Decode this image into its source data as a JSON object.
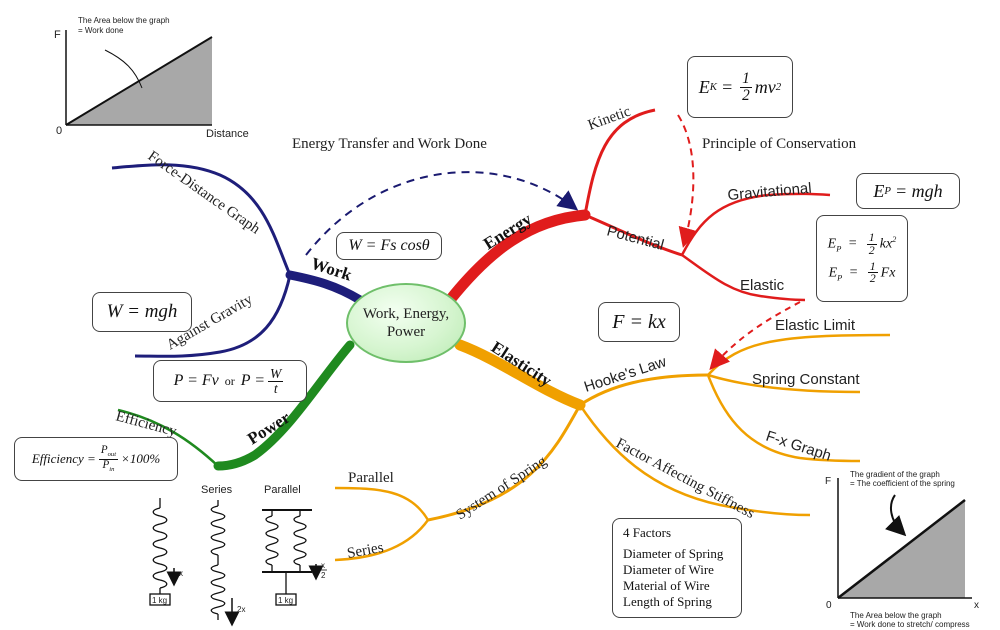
{
  "center": {
    "line1": "Work, Energy,",
    "line2": "Power"
  },
  "branches": {
    "work": "Work",
    "energy": "Energy",
    "elasticity": "Elasticity",
    "power": "Power"
  },
  "work": {
    "force_distance_graph": "Force-Distance Graph",
    "against_gravity": "Against Gravity",
    "formula_work": "W = Fs cosθ",
    "formula_gravity": "W = mgh"
  },
  "energy": {
    "transfer_label": "Energy Transfer and Work Done",
    "kinetic": "Kinetic",
    "potential": "Potential",
    "gravitational": "Gravitational",
    "elastic": "Elastic",
    "conservation": "Principle of Conservation",
    "ek_lhs": "E",
    "ek_sub": "K",
    "ek_num": "1",
    "ek_den": "2",
    "ek_rhs": "mv",
    "ek_pow": "2",
    "ep_lhs": "E",
    "ep_sub": "P",
    "ep_rhs": "= mgh",
    "ep_elastic1_num": "1",
    "ep_elastic1_den": "2",
    "ep_elastic1_rhs": "kx",
    "ep_elastic1_pow": "2",
    "ep_elastic2_num": "1",
    "ep_elastic2_den": "2",
    "ep_elastic2_rhs": "Fx",
    "eq": "="
  },
  "elasticity": {
    "hookes_law": "Hooke's Law",
    "formula_hooke": "F = kx",
    "elastic_limit": "Elastic Limit",
    "spring_constant": "Spring Constant",
    "fx_graph": "F-x Graph",
    "factor_stiffness": "Factor Affecting Stiffness",
    "system_of_spring": "System of Spring",
    "parallel": "Parallel",
    "series": "Series",
    "factors_title": "4 Factors",
    "factors": [
      "Diameter of Spring",
      "Diameter of Wire",
      "Material of Wire",
      "Length of Spring"
    ]
  },
  "power": {
    "efficiency": "Efficiency",
    "p_fv": "P = Fv",
    "or": "or",
    "p_lhs": "P =",
    "p_num": "W",
    "p_den": "t",
    "eff_lhs": "Efficiency =",
    "eff_num": "P",
    "eff_num_sub": "out",
    "eff_den": "P",
    "eff_den_sub": "in",
    "eff_rhs": "×100%"
  },
  "graph_work": {
    "y_axis": "F",
    "x_axis": "Distance",
    "origin": "0",
    "note_line1": "The Area below the graph",
    "note_line2": "= Work done"
  },
  "graph_spring": {
    "y_axis": "F",
    "x_axis": "x",
    "origin": "0",
    "gradient_line1": "The gradient of the graph",
    "gradient_line2": "= The coefficient of the spring",
    "area_line1": "The Area below the graph",
    "area_line2": "= Work done to stretch/ compress"
  },
  "springs": {
    "series_label": "Series",
    "parallel_label": "Parallel",
    "mass": "1 kg",
    "ext_single": "x",
    "ext_series": "2x",
    "ext_parallel_num": "x",
    "ext_parallel_den": "2"
  },
  "colors": {
    "work": "#1e1e7a",
    "energy": "#e01c1c",
    "elasticity": "#f0a000",
    "power": "#1f8a1f",
    "center_fill": "#d6f5d0",
    "dashed_arrow": "#1a1a70"
  }
}
